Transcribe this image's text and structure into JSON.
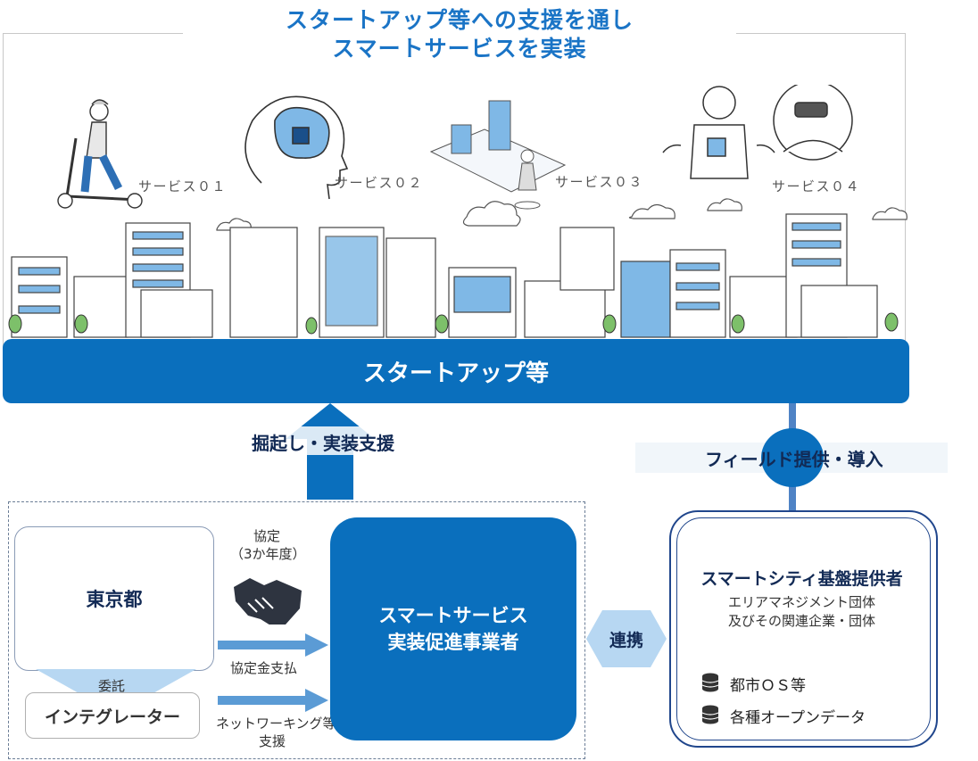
{
  "title": {
    "line1": "スタートアップ等への支援を通し",
    "line2": "スマートサービスを実装"
  },
  "services": [
    {
      "label": "サービス０１"
    },
    {
      "label": "サービス０２"
    },
    {
      "label": "サービス０３"
    },
    {
      "label": "サービス０４"
    }
  ],
  "startup_bar": {
    "label": "スタートアップ等"
  },
  "support_arrow": {
    "label": "掘起し・実装支援"
  },
  "field_link": {
    "label": "フィールド提供・導入"
  },
  "tokyo": {
    "label": "東京都"
  },
  "consign": {
    "label": "委託"
  },
  "integrator": {
    "label": "インテグレーター"
  },
  "agreement": {
    "line1": "協定",
    "line2": "（3か年度）"
  },
  "payment": {
    "label": "協定金支払"
  },
  "networking": {
    "line1": "ネットワーキング等",
    "line2": "支援"
  },
  "promoter": {
    "line1": "スマートサービス",
    "line2": "実装促進事業者"
  },
  "collab": {
    "label": "連携"
  },
  "provider": {
    "title": "スマートシティ基盤提供者",
    "sub1": "エリアマネジメント団体",
    "sub2": "及びその関連企業・団体",
    "items": [
      "都市ＯＳ等",
      "各種オープンデータ"
    ]
  },
  "colors": {
    "brand_blue": "#0a6fbd",
    "navy": "#122a55",
    "light_blue": "#b7d7f2",
    "arrow_blue": "#5b9bd5"
  }
}
